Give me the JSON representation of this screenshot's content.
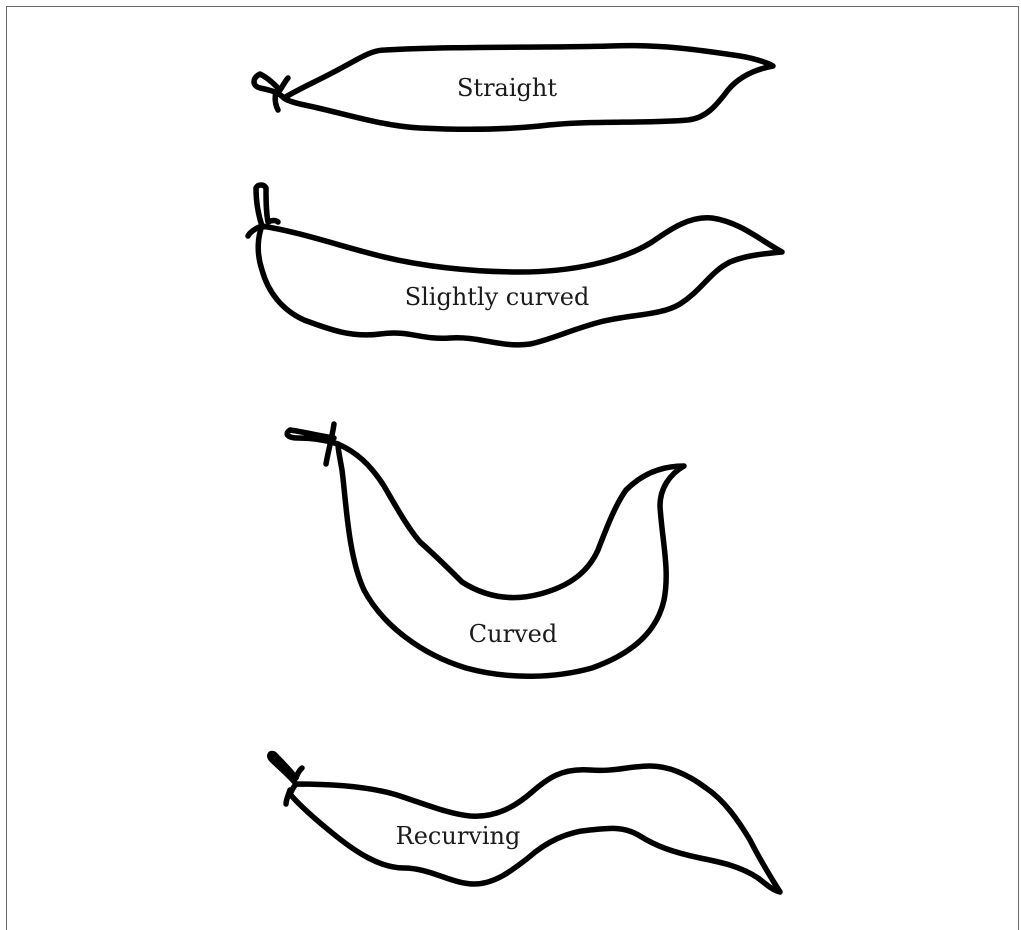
{
  "figure": {
    "pods": [
      {
        "id": "straight",
        "label": "Straight"
      },
      {
        "id": "slightly-curved",
        "label": "Slightly curved"
      },
      {
        "id": "curved",
        "label": "Curved"
      },
      {
        "id": "recurving",
        "label": "Recurving"
      }
    ],
    "stroke_color": "#000000",
    "background_color": "#ffffff"
  }
}
